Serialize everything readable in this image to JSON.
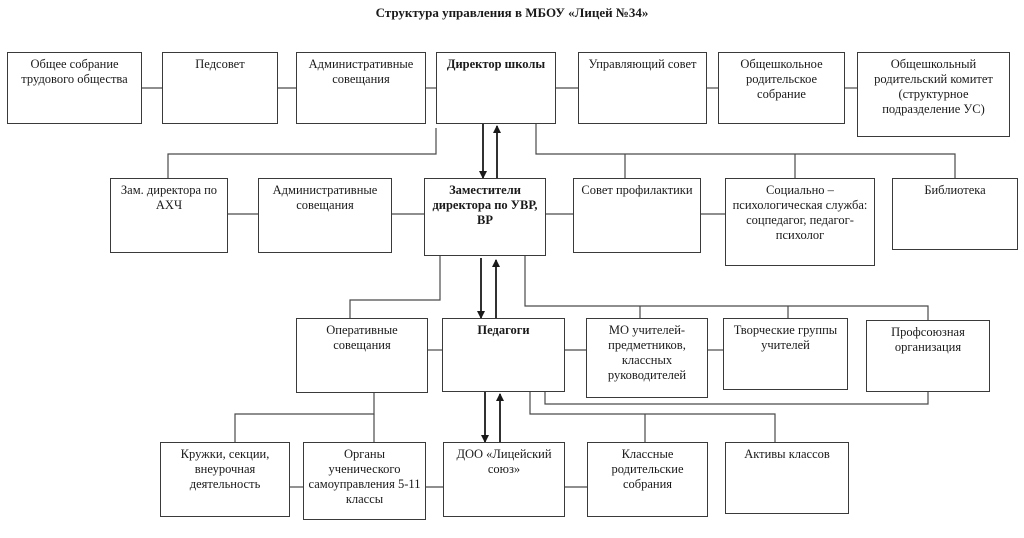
{
  "title": "Структура управления в МБОУ «Лицей №34»",
  "boxes": {
    "general_meeting": "Общее собрание трудового общества",
    "pedsovet": "Педсовет",
    "admin_meetings_top": "Административные совещания",
    "director": "Директор школы",
    "governing_council": "Управляющий совет",
    "parent_meeting": "Общешкольное родительское собрание",
    "parent_committee": "Общешкольный родительский комитет (структурное подразделение УС)",
    "deputy_ahch": "Зам. директора по АХЧ",
    "admin_meetings_mid": "Административные совещания",
    "deputies": "Заместители директора по УВР, ВР",
    "prevention_council": "Совет профилактики",
    "social_service": "Социально – психологическая служба: соцпедагог, педагог-психолог",
    "library": "Библиотека",
    "operative_meetings": "Оперативные совещания",
    "teachers": "Педагоги",
    "mo_teachers": "МО учителей-предметников, классных руководителей",
    "creative_groups": "Творческие группы учителей",
    "trade_union": "Профсоюзная организация",
    "clubs": "Кружки, секции, внеурочная деятельность",
    "student_government": "Органы ученического самоуправления 5-11 классы",
    "doo": "ДОО «Лицейский союз»",
    "class_parent_meetings": "Классные родительские собрания",
    "class_actives": "Активы классов"
  }
}
